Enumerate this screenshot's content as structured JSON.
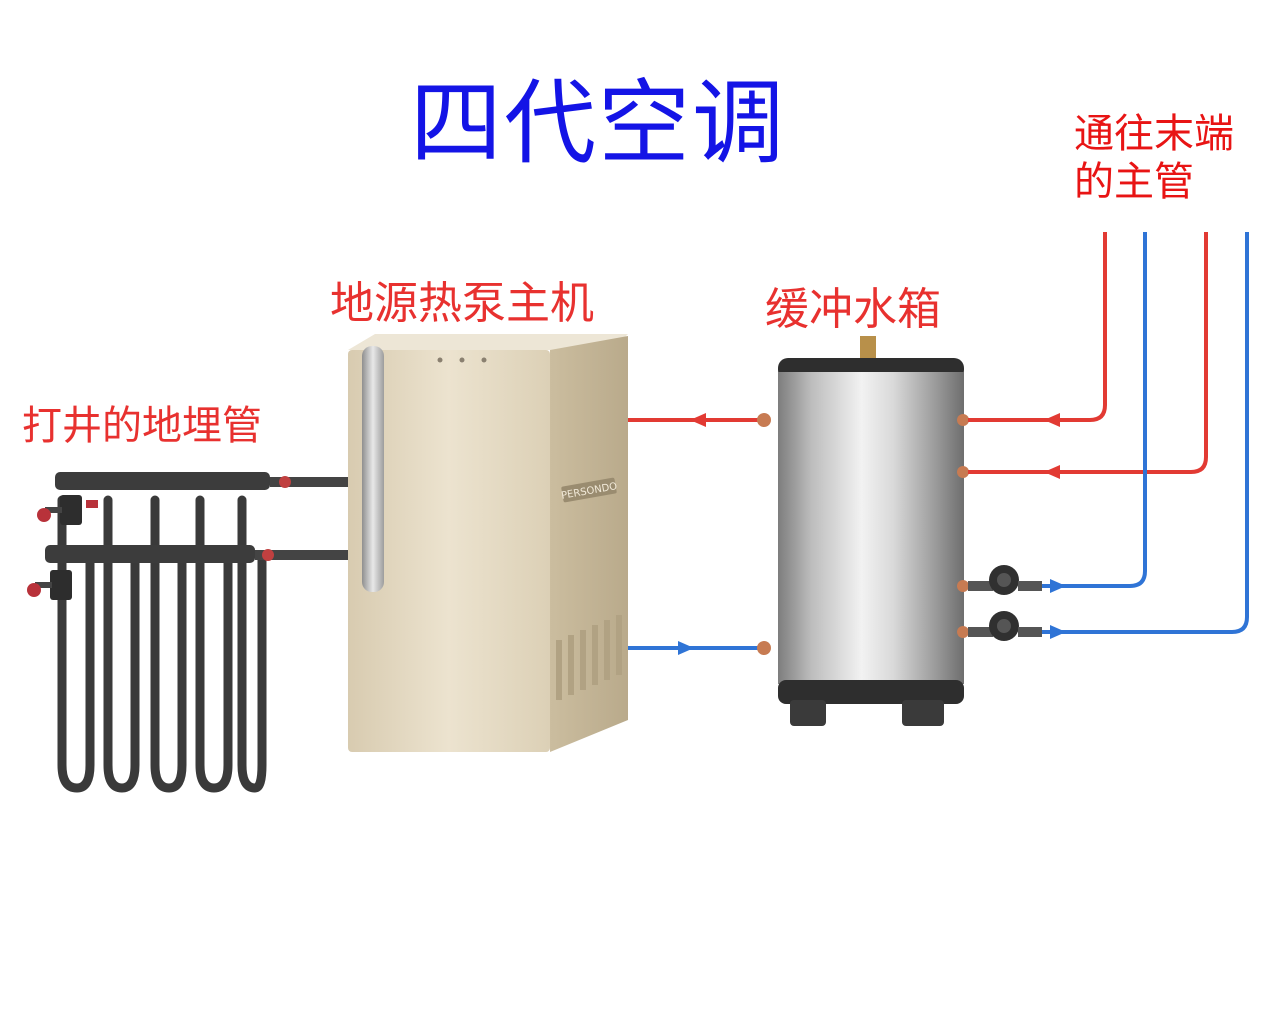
{
  "title": "四代空调",
  "labels": {
    "heat_pump": "地源热泵主机",
    "buffer_tank": "缓冲水箱",
    "ground_pipes": "打井的地埋管",
    "terminal_line1": "通往末端",
    "terminal_line2": "的主管"
  },
  "unit_brand_text": "PERSONDO",
  "colors": {
    "title": "#1414e6",
    "label": "#e8312f",
    "hot_pipe": "#e23a33",
    "cold_pipe": "#2f74d6",
    "ground_pipe": "#3a3a3a",
    "heat_pump_body": "#e2d6bd",
    "tank_body": "#c9c9c9"
  }
}
